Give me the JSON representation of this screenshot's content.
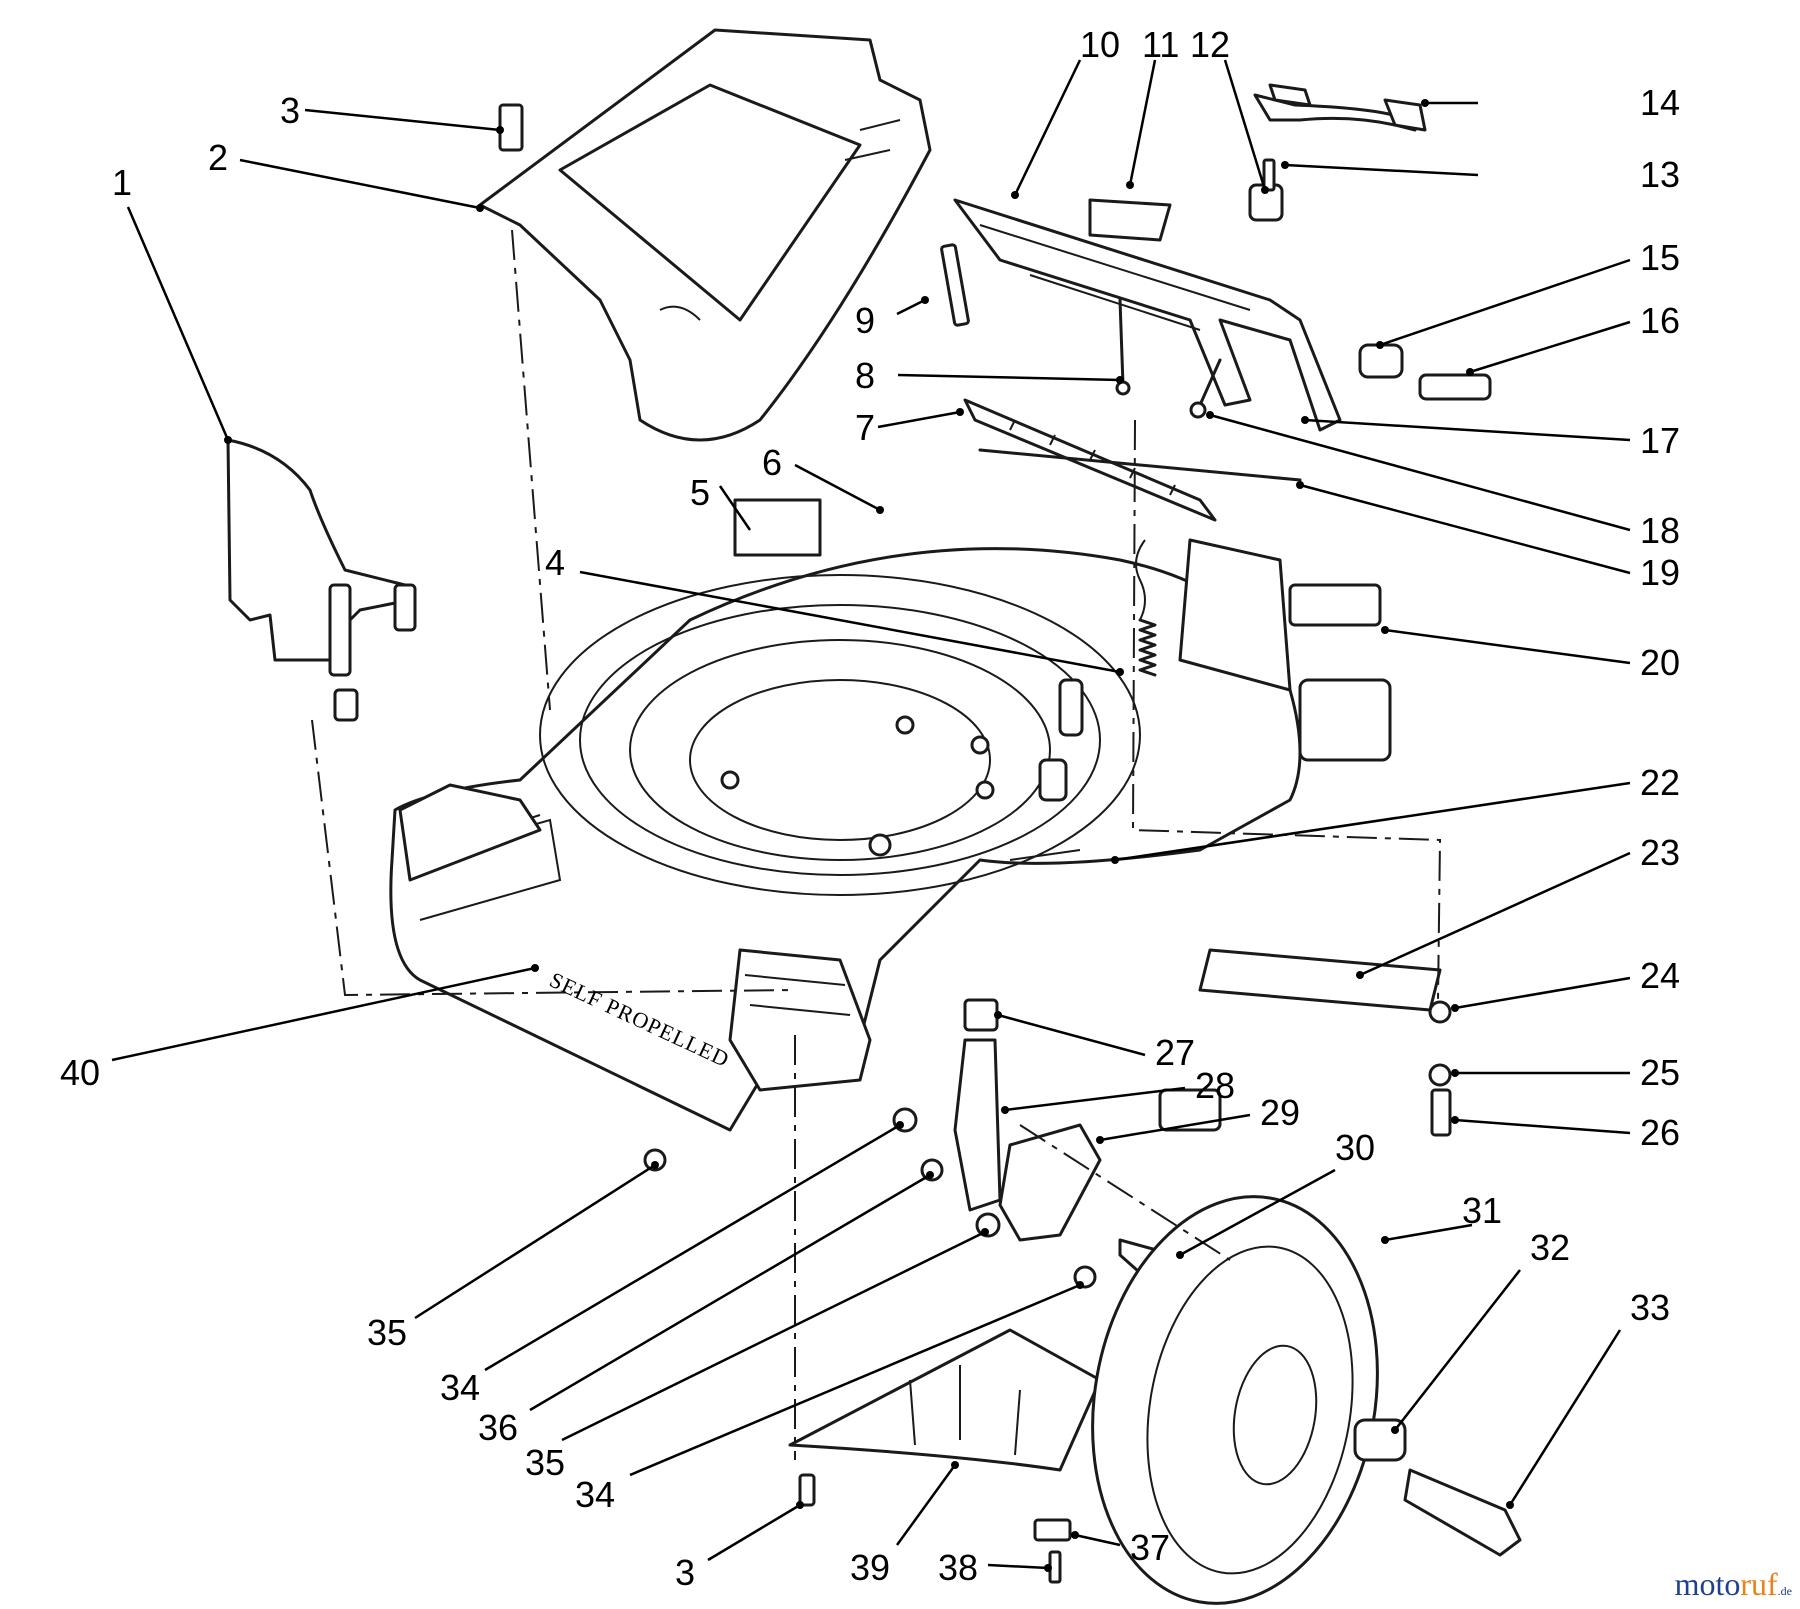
{
  "diagram": {
    "deck_stamp": "SELF PROPELLED",
    "watermark": {
      "main": "moto",
      "accent": "ruf",
      "suffix": ".de"
    },
    "callouts": {
      "c1": "1",
      "c2": "2",
      "c3a": "3",
      "c3b": "3",
      "c4": "4",
      "c5": "5",
      "c6": "6",
      "c7": "7",
      "c8": "8",
      "c9": "9",
      "c10": "10",
      "c11": "11",
      "c12": "12",
      "c13": "13",
      "c14": "14",
      "c15": "15",
      "c16": "16",
      "c17": "17",
      "c18": "18",
      "c19": "19",
      "c20": "20",
      "c22": "22",
      "c23": "23",
      "c24": "24",
      "c25": "25",
      "c26": "26",
      "c27": "27",
      "c28": "28",
      "c29": "29",
      "c30": "30",
      "c31": "31",
      "c32": "32",
      "c33": "33",
      "c34a": "34",
      "c34b": "34",
      "c35a": "35",
      "c35b": "35",
      "c36": "36",
      "c37": "37",
      "c38": "38",
      "c39": "39",
      "c40": "40"
    }
  }
}
